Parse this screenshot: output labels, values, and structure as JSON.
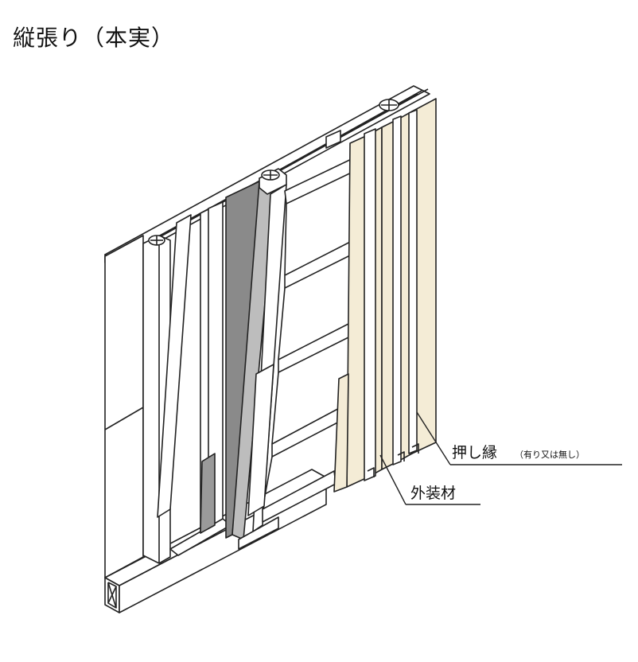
{
  "title": "縦張り（本実）",
  "labels": {
    "oshibuchi": "押し縁",
    "oshibuchi_note": "（有り又は無し）",
    "gaisouzai": "外装材"
  },
  "colors": {
    "cladding": "#f4ecd6",
    "stud_gray": "#8a8a8a",
    "line": "#222222",
    "background": "#ffffff"
  }
}
